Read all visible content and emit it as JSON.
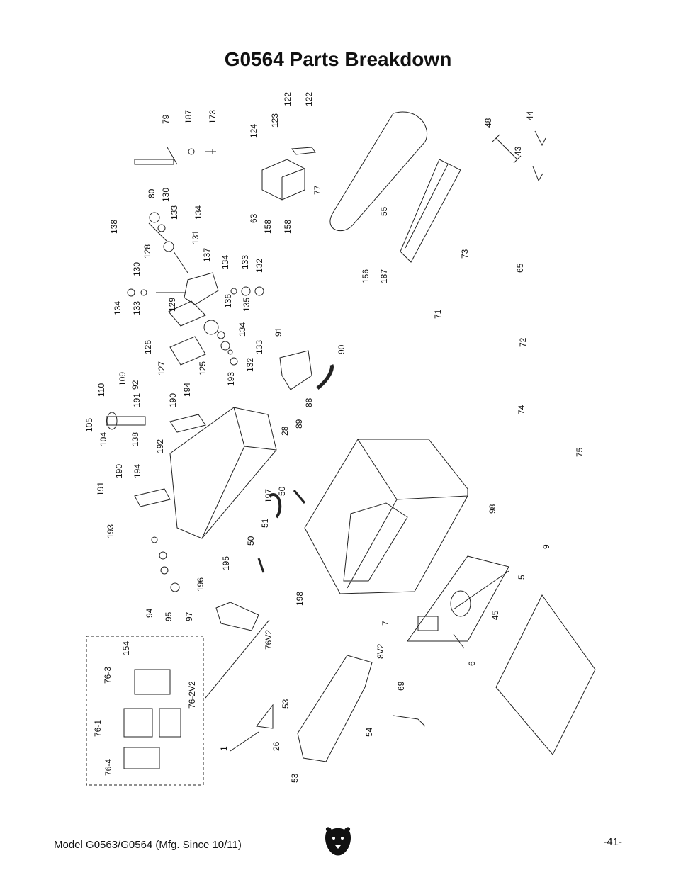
{
  "page": {
    "title": "G0564 Parts Breakdown",
    "footer_model": "Model G0563/G0564 (Mfg. Since 10/11)",
    "page_number": "-41-",
    "logo_icon": "bear-head-logo-icon"
  },
  "callouts": [
    "79",
    "187",
    "173",
    "124",
    "123",
    "122",
    "122",
    "48",
    "44",
    "43",
    "80",
    "130",
    "133",
    "134",
    "138",
    "131",
    "128",
    "137",
    "130",
    "133",
    "134",
    "132",
    "63",
    "158",
    "158",
    "77",
    "55",
    "156",
    "187",
    "73",
    "65",
    "71",
    "72",
    "134",
    "133",
    "129",
    "136",
    "135",
    "134",
    "133",
    "132",
    "126",
    "127",
    "125",
    "193",
    "91",
    "90",
    "88",
    "89",
    "28",
    "110",
    "109",
    "92",
    "105",
    "104",
    "138",
    "191",
    "190",
    "194",
    "192",
    "190",
    "194",
    "191",
    "193",
    "197",
    "50",
    "51",
    "50",
    "195",
    "196",
    "94",
    "95",
    "97",
    "74",
    "75",
    "98",
    "9",
    "5",
    "7",
    "8V2",
    "6",
    "45",
    "198",
    "76V2",
    "154",
    "76-3",
    "76-2V2",
    "76-1",
    "76-4",
    "1",
    "53",
    "26",
    "54",
    "53",
    "69"
  ]
}
